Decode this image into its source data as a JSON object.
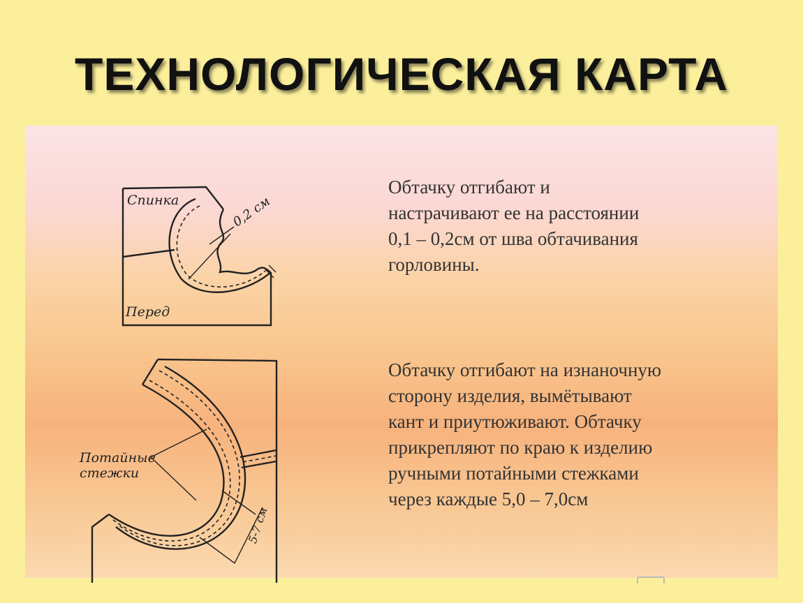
{
  "title": "ТЕХНОЛОГИЧЕСКАЯ КАРТА",
  "figure1": {
    "label_back": "Спинка",
    "label_front": "Перед",
    "measure": "0,2 см"
  },
  "figure2": {
    "label_stitches": "Потайные стежки",
    "measure": "5-7 см"
  },
  "step1_lines": [
    "Обтачку отгибают и",
    "настрачивают ее на расстоянии",
    "0,1 – 0,2см от шва обтачивания",
    "горловины."
  ],
  "step2_lines": [
    "Обтачку отгибают на изнаночную",
    "сторону изделия, вымётывают",
    "кант и приутюживают. Обтачку",
    "прикрепляют по краю  к изделию",
    "ручными потайными стежками",
    "через каждые 5,0 – 7,0см"
  ]
}
